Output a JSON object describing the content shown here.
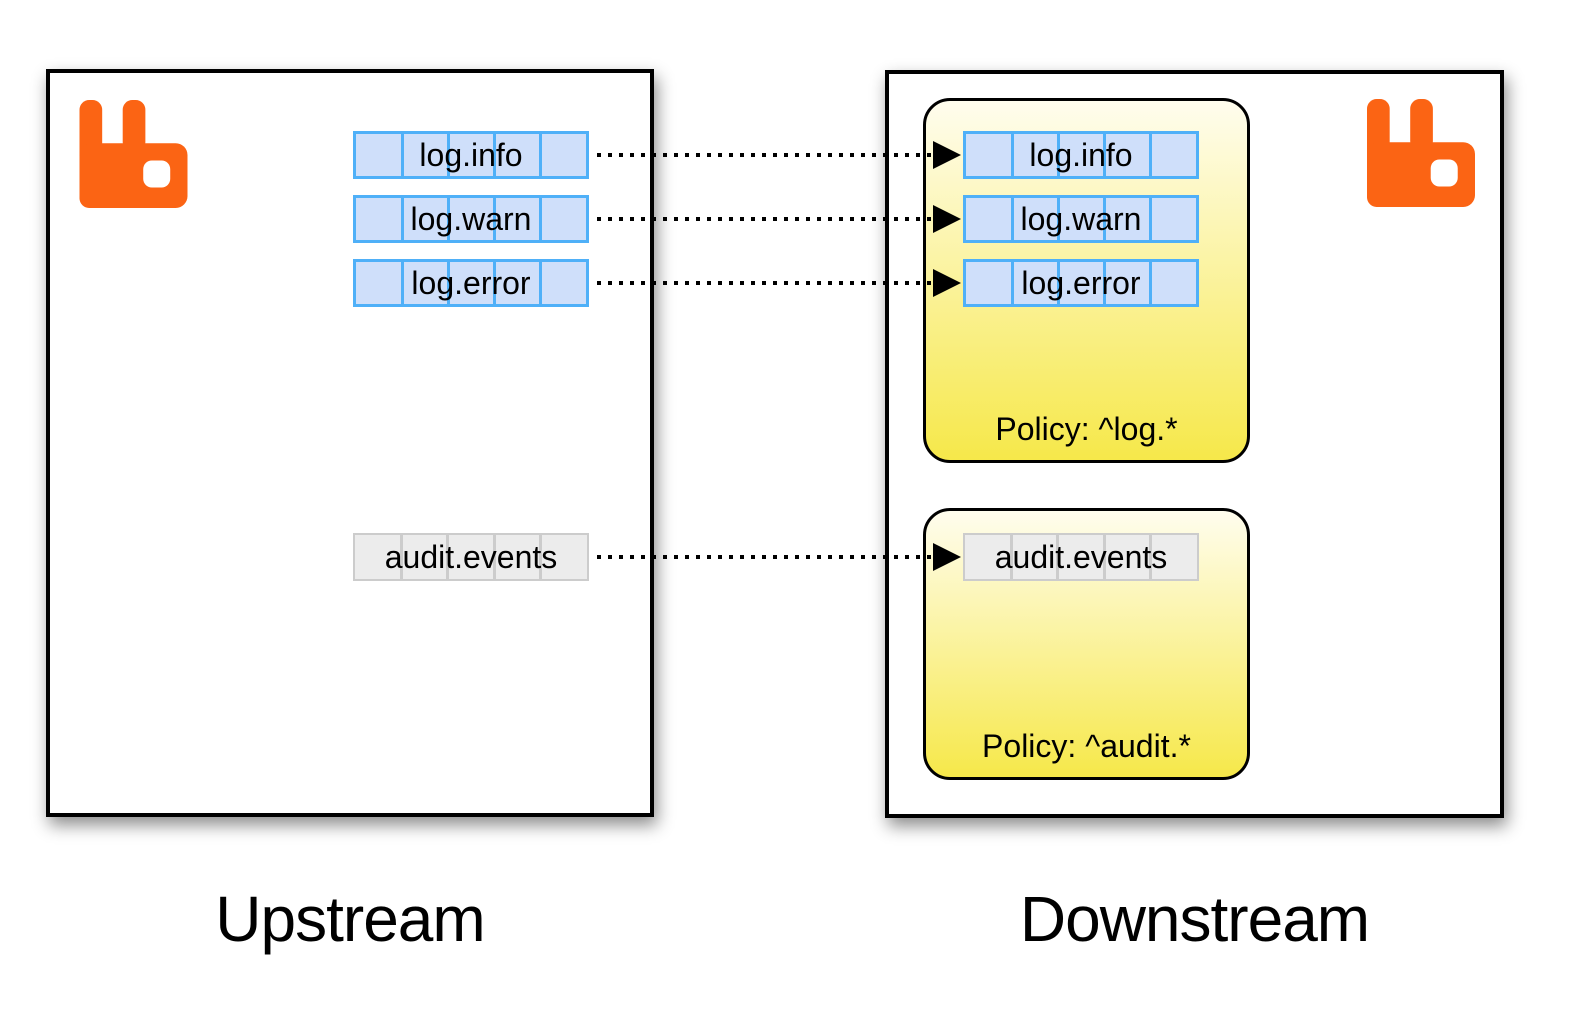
{
  "colors": {
    "rabbit_orange": "#fb6414",
    "queue_blue_border": "#4fb0f8",
    "queue_blue_fill": "#cfdffa",
    "queue_gray_border": "#cccccc",
    "queue_gray_fill": "#ececec",
    "policy_yellow_top": "#fffdee",
    "policy_yellow_bottom": "#f6e84a",
    "border_black": "#000000"
  },
  "upstream": {
    "title": "Upstream",
    "logo_icon": "rabbitmq-logo",
    "queues": [
      {
        "label": "log.info"
      },
      {
        "label": "log.warn"
      },
      {
        "label": "log.error"
      },
      {
        "label": "audit.events"
      }
    ]
  },
  "downstream": {
    "title": "Downstream",
    "logo_icon": "rabbitmq-logo",
    "policies": [
      {
        "label": "Policy: ^log.*",
        "queues": [
          {
            "label": "log.info"
          },
          {
            "label": "log.warn"
          },
          {
            "label": "log.error"
          }
        ]
      },
      {
        "label": "Policy: ^audit.*",
        "queues": [
          {
            "label": "audit.events"
          }
        ]
      }
    ]
  }
}
